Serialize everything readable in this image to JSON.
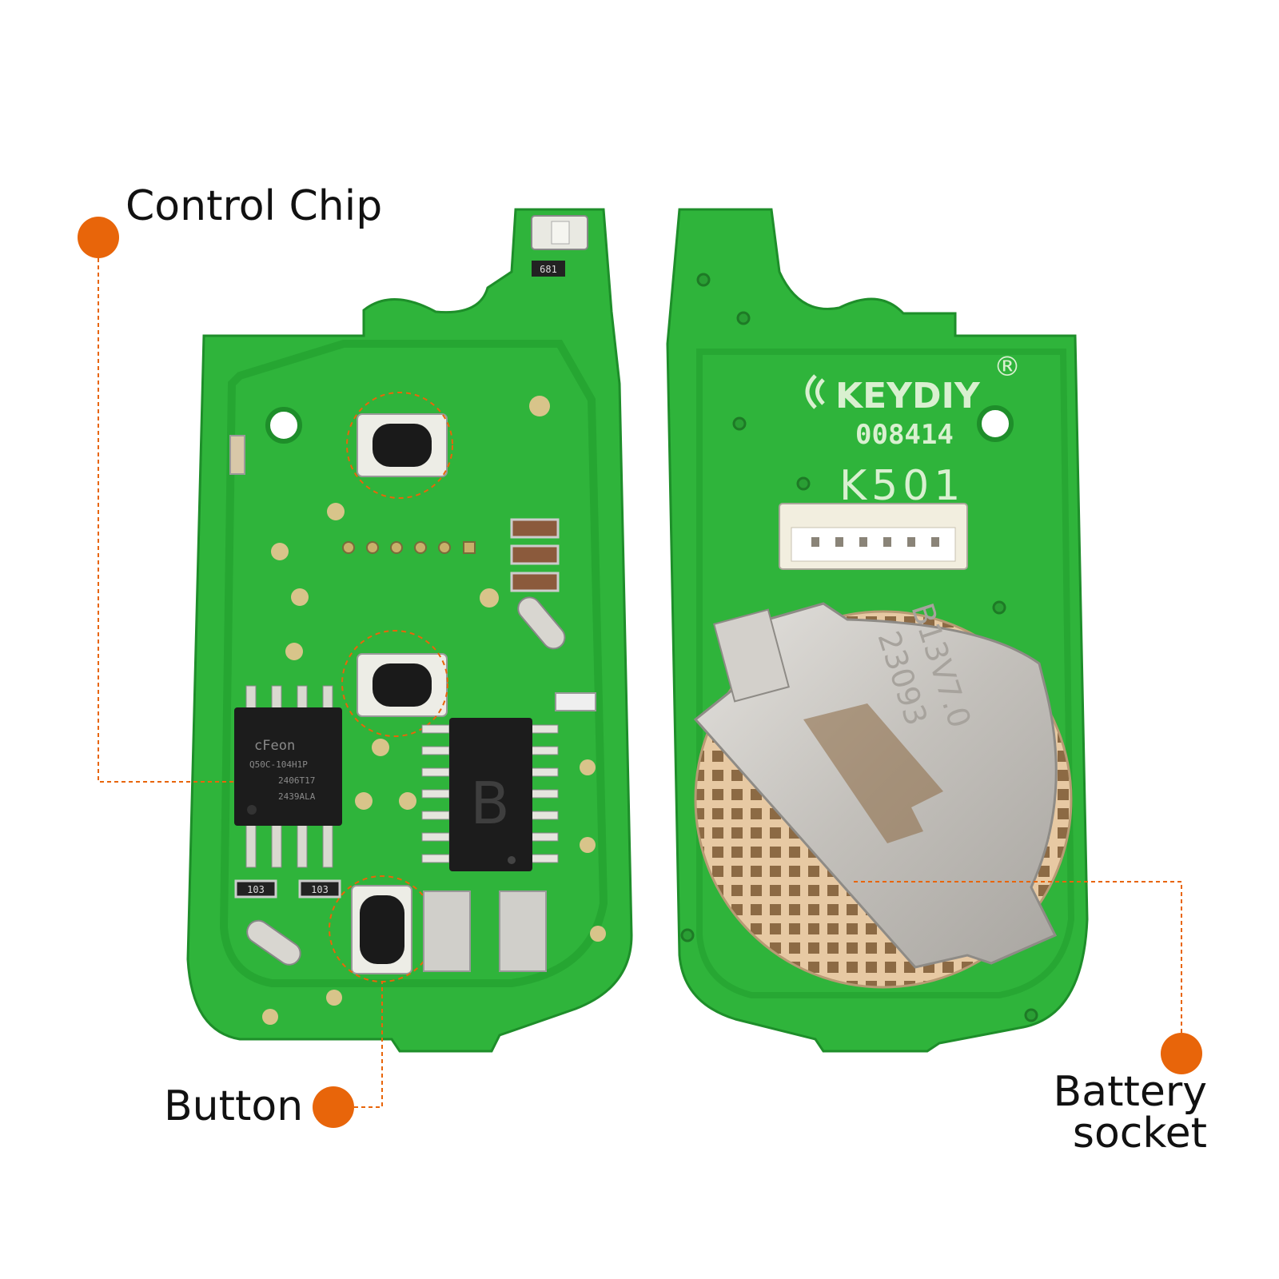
{
  "callouts": {
    "control_chip": "Control Chip",
    "button": "Button",
    "battery_line1": "Battery",
    "battery_line2": "socket"
  },
  "board_markings": {
    "brand": "KEYDIY",
    "registered": "®",
    "serial": "008414",
    "model": "K501",
    "small_cap": "681",
    "resistor_left": "103",
    "resistor_right": "103",
    "ic_letter": "B",
    "chip_text_1": "cFeon",
    "chip_text_2": "Q50C-104H1P",
    "chip_text_3": "2406T17",
    "chip_text_4": "2439ALA",
    "battery_text_1": "B13V7.0",
    "battery_text_2": "23093"
  },
  "colors": {
    "accent": "#E8650A",
    "pcb": "#2EB33A",
    "pcb_dark": "#1E8E2A",
    "metal": "#C9C6C1"
  }
}
